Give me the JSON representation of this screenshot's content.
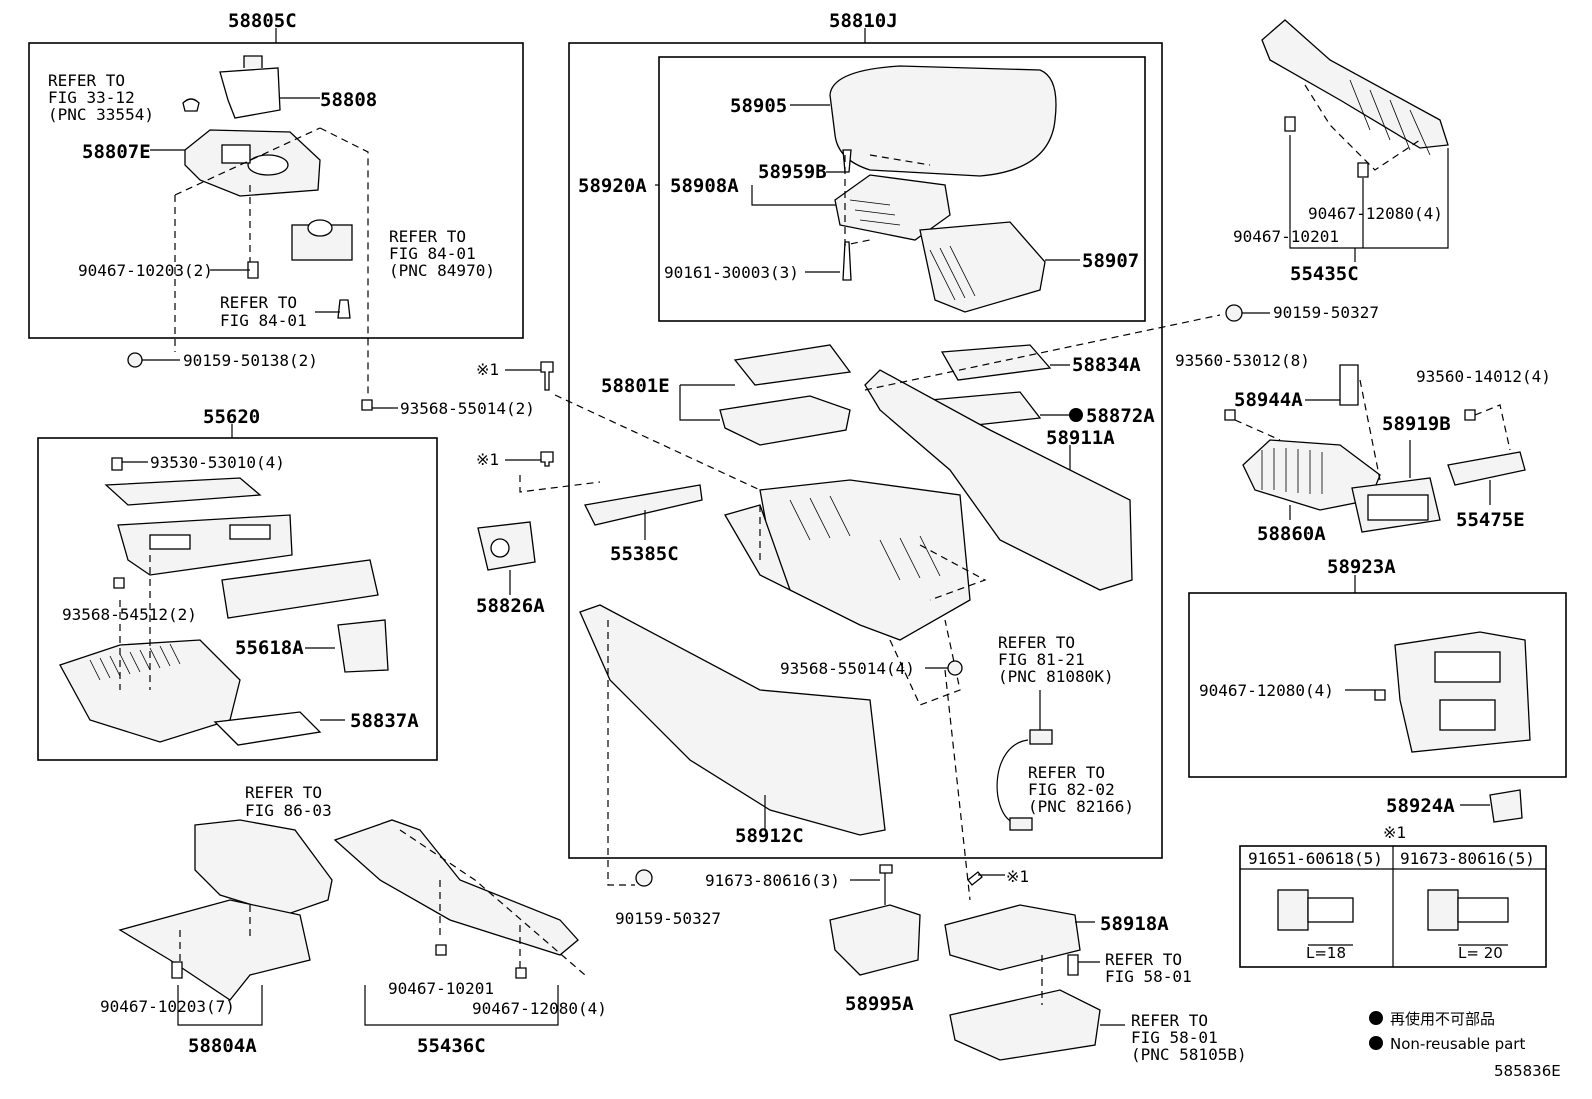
{
  "diagram_id": "585836E",
  "legend": {
    "jp": "再使用不可部品",
    "en": "Non-reusable part",
    "bullet": "●"
  },
  "note_mark": "※1",
  "fastener_table": {
    "mark": "※1",
    "columns": [
      {
        "part": "91651-60618(5)",
        "dim": "L=18"
      },
      {
        "part": "91673-80616(5)",
        "dim": "L= 20"
      }
    ]
  },
  "groups": {
    "g58805C": "58805C",
    "g58810J": "58810J",
    "g55620": "55620",
    "g55435C": "55435C",
    "g58923A": "58923A",
    "g58804A": "58804A",
    "g55436C": "55436C"
  },
  "refs": {
    "r1": [
      "REFER TO",
      "FIG 33-12",
      "(PNC 33554)"
    ],
    "r2": [
      "REFER TO",
      "FIG 84-01",
      "(PNC 84970)"
    ],
    "r3": [
      "REFER TO",
      "FIG 84-01"
    ],
    "r4": [
      "REFER TO",
      "FIG 86-03"
    ],
    "r5": [
      "REFER TO",
      "FIG 81-21",
      "(PNC 81080K)"
    ],
    "r6": [
      "REFER TO",
      "FIG 82-02",
      "(PNC 82166)"
    ],
    "r7": [
      "REFER TO",
      "FIG 58-01"
    ],
    "r8": [
      "REFER TO",
      "FIG 58-01",
      "(PNC 58105B)"
    ]
  },
  "parts": {
    "p58808": "58808",
    "p58807E": "58807E",
    "p90467_10203_2": "90467-10203(2)",
    "p90159_50138_2": "90159-50138(2)",
    "p93568_55014_2": "93568-55014(2)",
    "p93530_53010_4": "93530-53010(4)",
    "p93568_54512_2": "93568-54512(2)",
    "p55618A": "55618A",
    "p58837A": "58837A",
    "p58905": "58905",
    "p58920A": "58920A",
    "p58908A": "58908A",
    "p58959B": "58959B",
    "p90161_30003_3": "90161-30003(3)",
    "p58907": "58907",
    "p90159_50327a": "90159-50327",
    "p58834A": "58834A",
    "p58872A": "58872A",
    "p58911A": "58911A",
    "p58801E": "58801E",
    "p55385C": "55385C",
    "p58826A": "58826A",
    "p93568_55014_4": "93568-55014(4)",
    "p58912C": "58912C",
    "p90159_50327b": "90159-50327",
    "p91673_80616_3": "91673-80616(3)",
    "p58995A": "58995A",
    "p58918A": "58918A",
    "p90467_12080_4a": "90467-12080(4)",
    "p90467_10201a": "90467-10201",
    "p93560_53012_8": "93560-53012(8)",
    "p58944A": "58944A",
    "p93560_14012_4": "93560-14012(4)",
    "p58919B": "58919B",
    "p58860A": "58860A",
    "p55475E": "55475E",
    "p90467_12080_4b": "90467-12080(4)",
    "p58924A": "58924A",
    "p90467_10203_7": "90467-10203(7)",
    "p90467_10201b": "90467-10201",
    "p90467_12080_4c": "90467-12080(4)"
  }
}
